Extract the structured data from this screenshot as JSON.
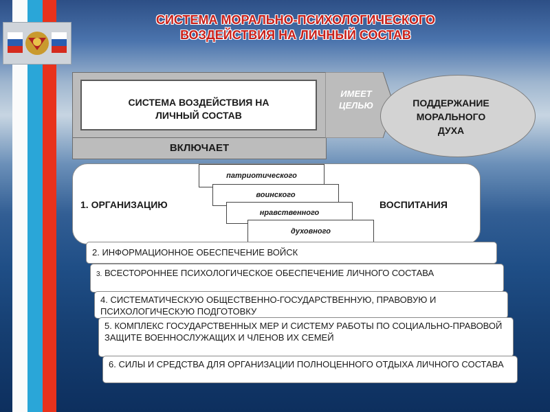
{
  "title": {
    "line1": "СИСТЕМА МОРАЛЬНО-ПСИХОЛОГИЧЕСКОГО",
    "line2": "ВОЗДЕЙСТВИЯ НА ЛИЧНЫЙ СОСТАВ"
  },
  "system_box": {
    "line1": "СИСТЕМА ВОЗДЕЙСТВИЯ НА",
    "line2": "ЛИЧНЫЙ СОСТАВ"
  },
  "includes_label": "ВКЛЮЧАЕТ",
  "arrow": {
    "line1": "ИМЕЕТ",
    "line2": "ЦЕЛЬЮ"
  },
  "goal": {
    "line1": "ПОДДЕРЖАНИЕ",
    "line2": "МОРАЛЬНОГО",
    "line3": "ДУХА"
  },
  "organization_label": "1. ОРГАНИЗАЦИЮ",
  "upbringing_label": "ВОСПИТАНИЯ",
  "upbringing_types": [
    "патриотического",
    "воинского",
    "нравственного",
    "духовного"
  ],
  "items": [
    "2. ИНФОРМАЦИОННОЕ ОБЕСПЕЧЕНИЕ ВОЙСК",
    "ВСЕСТОРОННЕЕ ПСИХОЛОГИЧЕСКОЕ ОБЕСПЕЧЕНИЕ ЛИЧНОГО СОСТАВА",
    "4. СИСТЕМАТИЧЕСКУЮ ОБЩЕСТВЕННО-ГОСУДАРСТВЕННУЮ, ПРАВОВУЮ И ПСИХОЛОГИЧЕСКУЮ ПОДГОТОВКУ",
    "5. КОМПЛЕКС ГОСУДАРСТВЕННЫХ МЕР И СИСТЕМУ РАБОТЫ ПО СОЦИАЛЬНО-ПРАВОВОЙ ЗАЩИТЕ ВОЕННОСЛУЖАЩИХ И ЧЛЕНОВ ИХ СЕМЕЙ",
    "6. СИЛЫ И СРЕДСТВА ДЛЯ ОРГАНИЗАЦИИ ПОЛНОЦЕННОГО ОТДЫХА ЛИЧНОГО СОСТАВА"
  ],
  "item3_number": "3.",
  "colors": {
    "title": "#c8201a",
    "flag_white": "#ffffff",
    "flag_blue": "#2aa6d8",
    "flag_red": "#e8321c"
  }
}
